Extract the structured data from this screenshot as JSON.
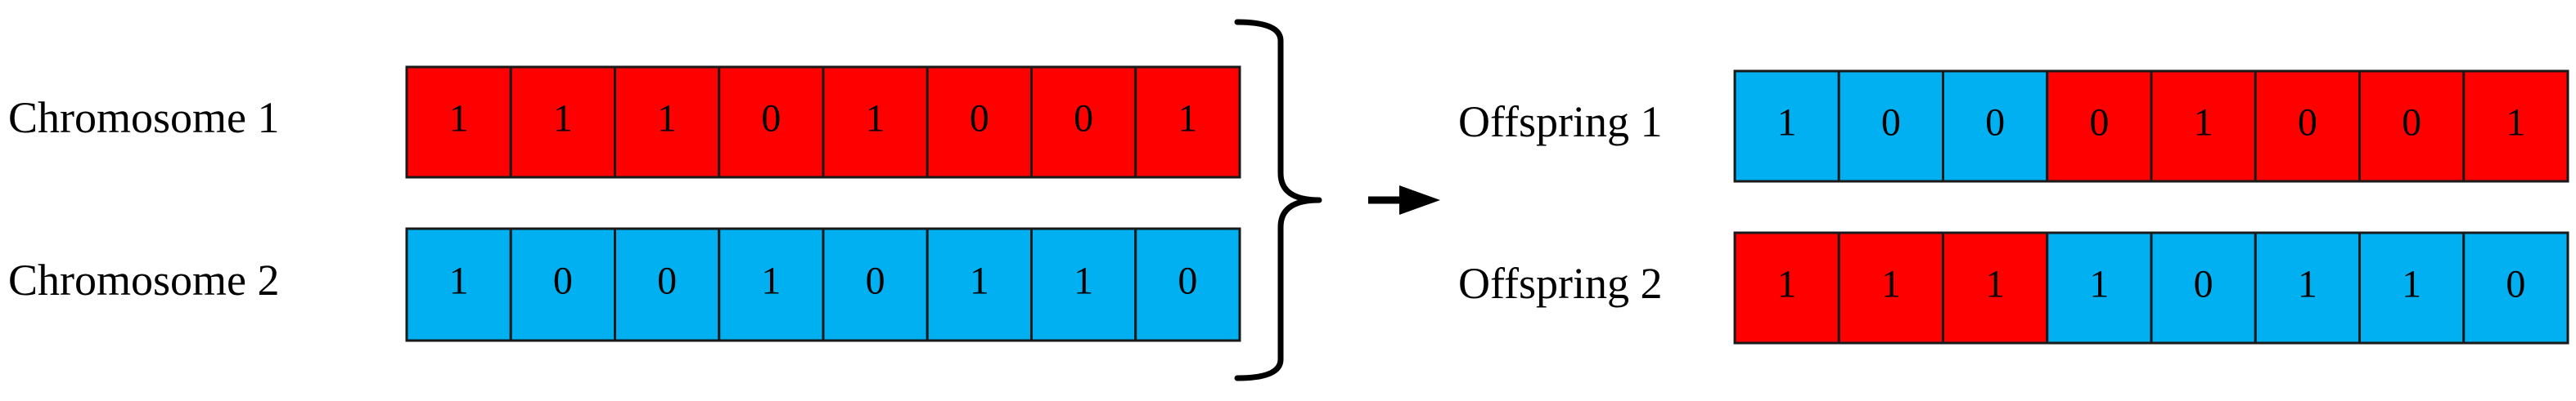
{
  "colors": {
    "parent1": "#FF0000",
    "parent2": "#00B0F0",
    "arrow": "#000000"
  },
  "parents": [
    {
      "label": "Chromosome 1",
      "genes": [
        "1",
        "1",
        "1",
        "0",
        "1",
        "0",
        "0",
        "1"
      ],
      "colors": [
        "parent1",
        "parent1",
        "parent1",
        "parent1",
        "parent1",
        "parent1",
        "parent1",
        "parent1"
      ]
    },
    {
      "label": "Chromosome 2",
      "genes": [
        "1",
        "0",
        "0",
        "1",
        "0",
        "1",
        "1",
        "0"
      ],
      "colors": [
        "parent2",
        "parent2",
        "parent2",
        "parent2",
        "parent2",
        "parent2",
        "parent2",
        "parent2"
      ]
    }
  ],
  "offspring": [
    {
      "label": "Offspring 1",
      "genes": [
        "1",
        "0",
        "0",
        "0",
        "1",
        "0",
        "0",
        "1"
      ],
      "colors": [
        "parent2",
        "parent2",
        "parent2",
        "parent1",
        "parent1",
        "parent1",
        "parent1",
        "parent1"
      ]
    },
    {
      "label": "Offspring 2",
      "genes": [
        "1",
        "1",
        "1",
        "1",
        "0",
        "1",
        "1",
        "0"
      ],
      "colors": [
        "parent1",
        "parent1",
        "parent1",
        "parent2",
        "parent2",
        "parent2",
        "parent2",
        "parent2"
      ]
    }
  ],
  "icons": {
    "bracket": "right-curly-brace-icon",
    "arrow": "right-arrow-icon"
  }
}
